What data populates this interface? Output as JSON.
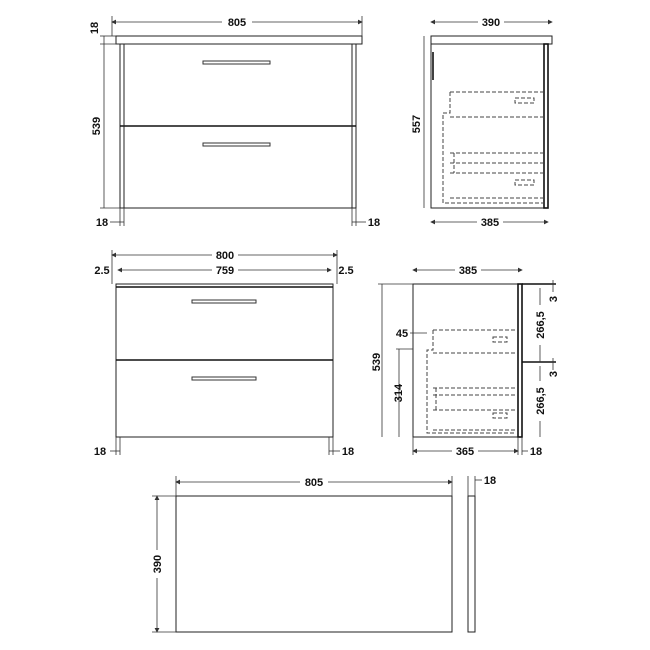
{
  "front_view": {
    "width_total": "805",
    "top_thickness": "18",
    "height": "539",
    "leg_left": "18",
    "leg_right": "18"
  },
  "side_view": {
    "depth_top": "390",
    "height": "557",
    "depth_body": "385"
  },
  "front_view_no_top": {
    "width_outer": "800",
    "width_inner": "759",
    "gap_left": "2.5",
    "gap_right": "2.5",
    "leg_left": "18",
    "leg_right": "18"
  },
  "side_section": {
    "depth": "385",
    "height": "539",
    "lower_height": "314",
    "offset": "45",
    "gap_top": "3",
    "drawer_upper": "266,5",
    "gap_mid": "3",
    "drawer_lower": "266,5",
    "inner_depth": "365",
    "door": "18"
  },
  "worktop": {
    "width": "805",
    "depth": "390",
    "thickness": "18"
  }
}
